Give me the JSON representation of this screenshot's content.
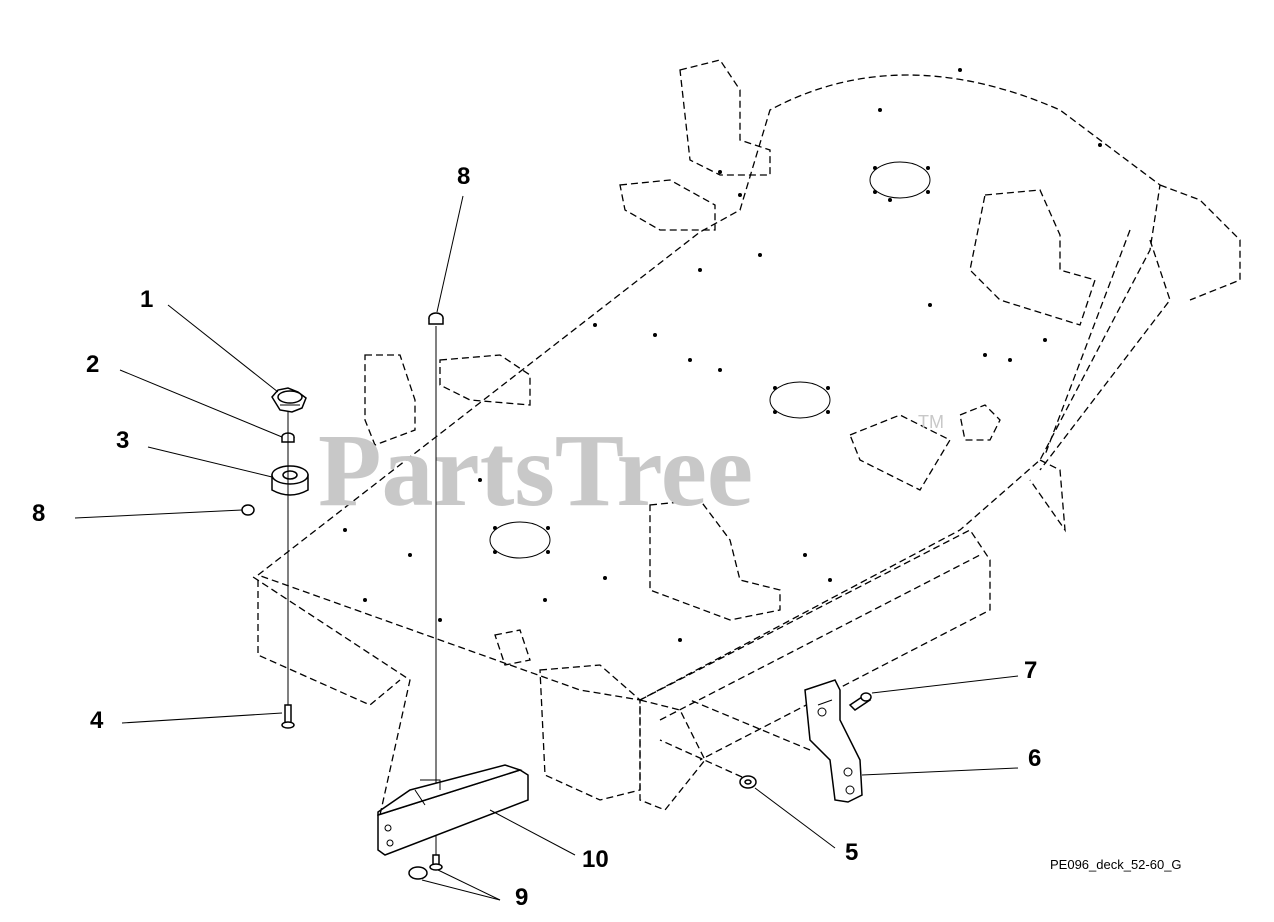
{
  "diagram": {
    "watermark": "PartsTree",
    "watermark_mark": "TM",
    "drawing_code": "PE096_deck_52-60_G",
    "callouts": [
      {
        "id": "1",
        "label": "1"
      },
      {
        "id": "2",
        "label": "2"
      },
      {
        "id": "3",
        "label": "3"
      },
      {
        "id": "4",
        "label": "4"
      },
      {
        "id": "5",
        "label": "5"
      },
      {
        "id": "6",
        "label": "6"
      },
      {
        "id": "7",
        "label": "7"
      },
      {
        "id": "8a",
        "label": "8"
      },
      {
        "id": "8b",
        "label": "8"
      },
      {
        "id": "9",
        "label": "9"
      },
      {
        "id": "10",
        "label": "10"
      }
    ]
  }
}
